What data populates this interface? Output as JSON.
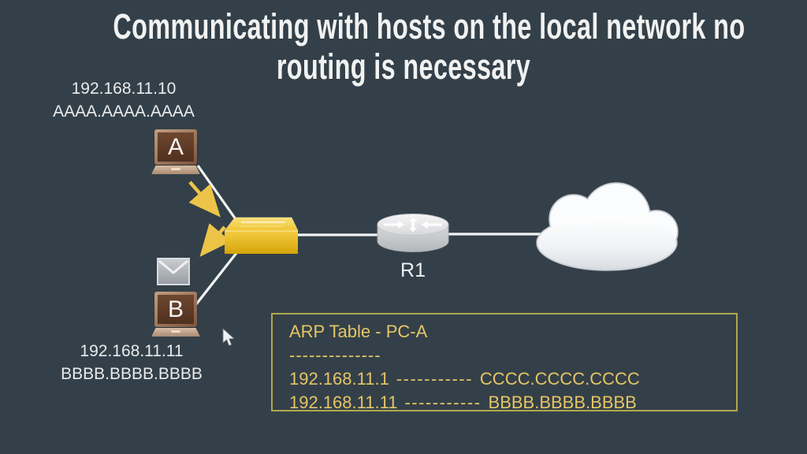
{
  "title": {
    "line1": "Communicating with hosts on the local network no",
    "line2": "routing is necessary"
  },
  "hosts": {
    "a": {
      "label": "A",
      "ip": "192.168.11.10",
      "mac": "AAAA.AAAA.AAAA"
    },
    "b": {
      "label": "B",
      "ip": "192.168.11.11",
      "mac": "BBBB.BBBB.BBBB"
    }
  },
  "router": {
    "label": "R1"
  },
  "arp_table": {
    "title": "ARP Table - PC-A",
    "separator": "--------------",
    "rows": [
      {
        "ip": "192.168.11.1",
        "dashes": "-----------",
        "mac": "CCCC.CCCC.CCCC"
      },
      {
        "ip": "192.168.11.11",
        "dashes": "-----------",
        "mac": "BBBB.BBBB.BBBB"
      }
    ]
  },
  "icons": {
    "switch": "ethernet-switch",
    "router": "router-cylinder",
    "cloud": "internet-cloud",
    "envelope": "mail-envelope",
    "cursor": "mouse-pointer"
  },
  "colors": {
    "background": "#344049",
    "title_text": "#f1f2f2",
    "label_text": "#e9ebec",
    "arp_yellow": "#e5c566",
    "arp_border": "#b1a84e",
    "arrow_yellow": "#ecc548",
    "link_line": "#f3f5f5",
    "switch_gold": "#f0c42f"
  }
}
